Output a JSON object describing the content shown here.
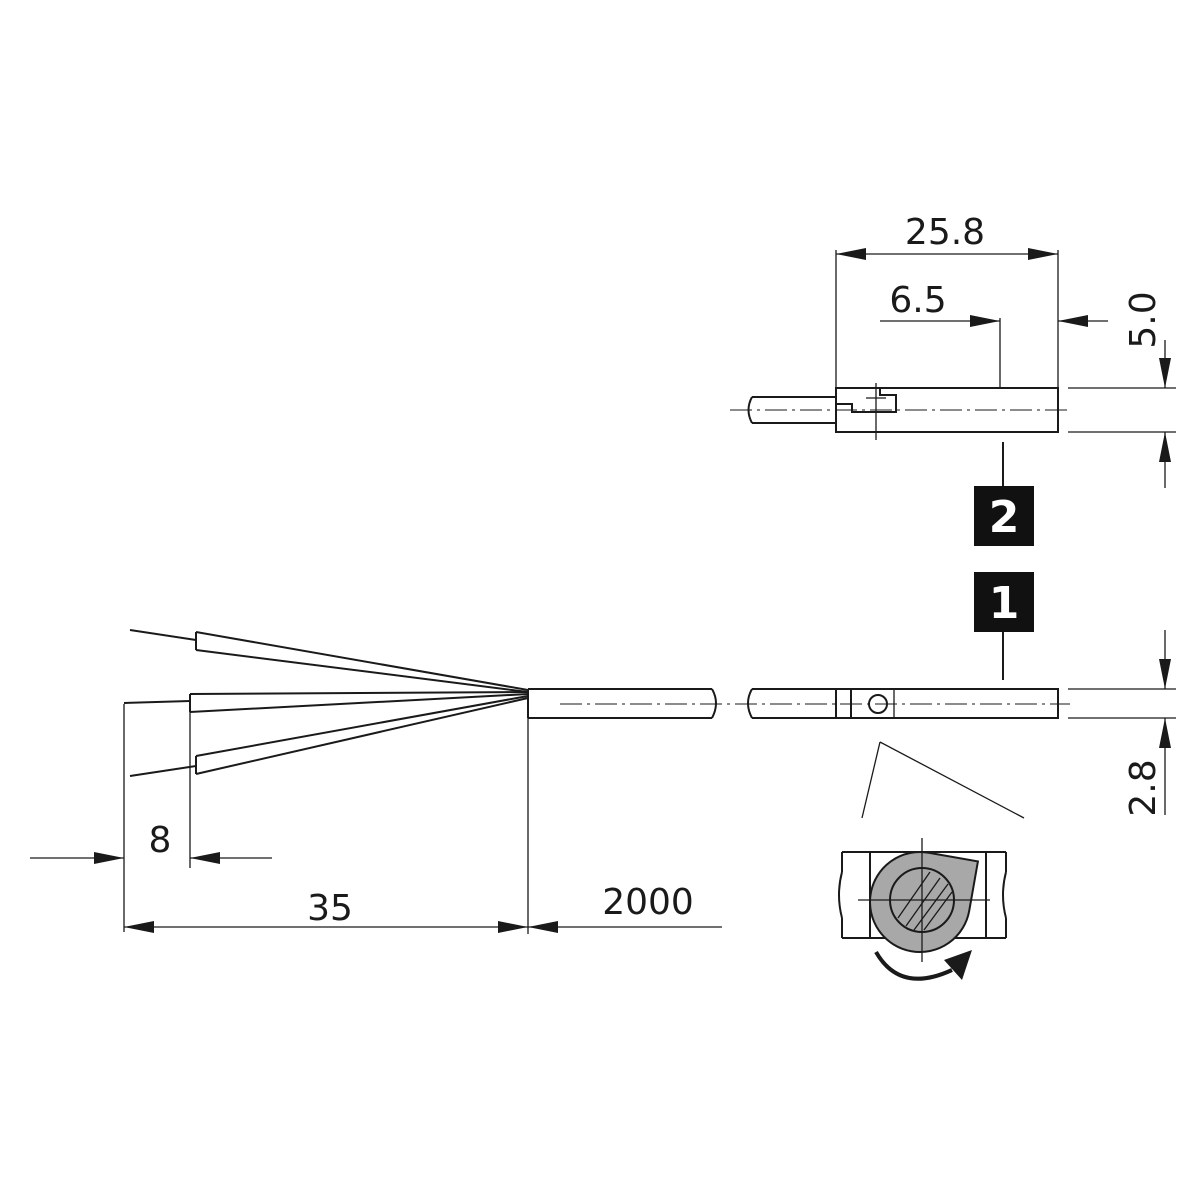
{
  "dimensions": {
    "overall_length": "25.8",
    "sensing_point": "6.5",
    "height_top": "5.0",
    "height_bottom": "2.8",
    "strip_length": "8",
    "sheath_length": "35",
    "cable_length": "2000"
  },
  "badges": {
    "one": "1",
    "two": "2"
  },
  "colors": {
    "line": "#1a1a1a",
    "badge_bg": "#111111",
    "badge_text": "#ffffff",
    "insert_fill": "#a8a8a8"
  }
}
